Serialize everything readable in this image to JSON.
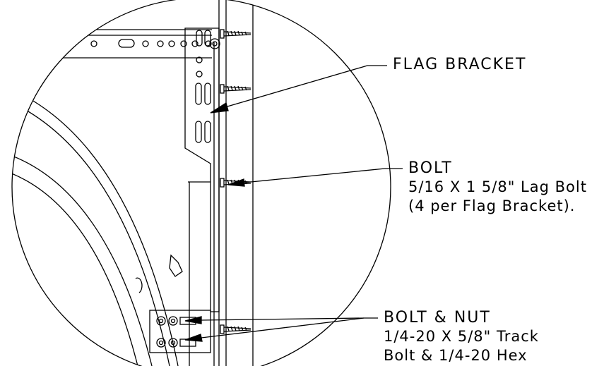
{
  "callouts": {
    "flag_bracket": {
      "title": "FLAG BRACKET"
    },
    "bolt": {
      "title": "BOLT",
      "line1": "5/16 X 1 5/8\" Lag Bolt",
      "line2": "(4 per Flag Bracket)."
    },
    "bolt_nut": {
      "title": "BOLT & NUT",
      "line1": "1/4-20 X 5/8\" Track",
      "line2": "Bolt & 1/4-20 Hex"
    }
  },
  "colors": {
    "ink": "#000000",
    "background": "#ffffff"
  }
}
